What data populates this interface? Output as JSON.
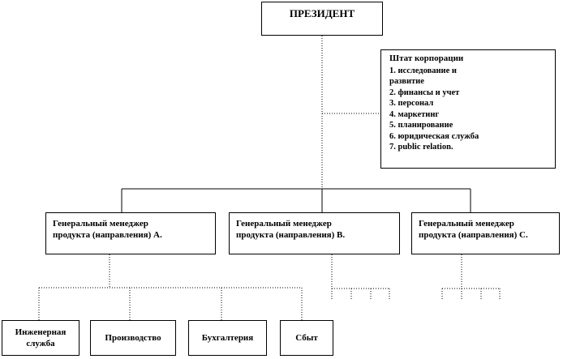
{
  "president": "ПРЕЗИДЕНТ",
  "staff": {
    "title": "Штат корпорации",
    "items": [
      "1. исследование и",
      "развитие",
      "2. финансы и учет",
      "3. персонал",
      "4. маркетинг",
      "5. планирование",
      "6. юридическая служба",
      "7. public relation."
    ]
  },
  "managers": [
    {
      "line1": "Генеральный менеджер",
      "line2": "продукта (направления) А."
    },
    {
      "line1": "Генеральный менеджер",
      "line2": "продукта (направления) В."
    },
    {
      "line1": "Генеральный менеджер",
      "line2": "продукта (направления) С."
    }
  ],
  "units": [
    {
      "line1": "Инженерная",
      "line2": "служба"
    },
    {
      "line1": "Производство",
      "line2": ""
    },
    {
      "line1": "Бухгалтерия",
      "line2": ""
    },
    {
      "line1": "Сбыт",
      "line2": ""
    }
  ]
}
